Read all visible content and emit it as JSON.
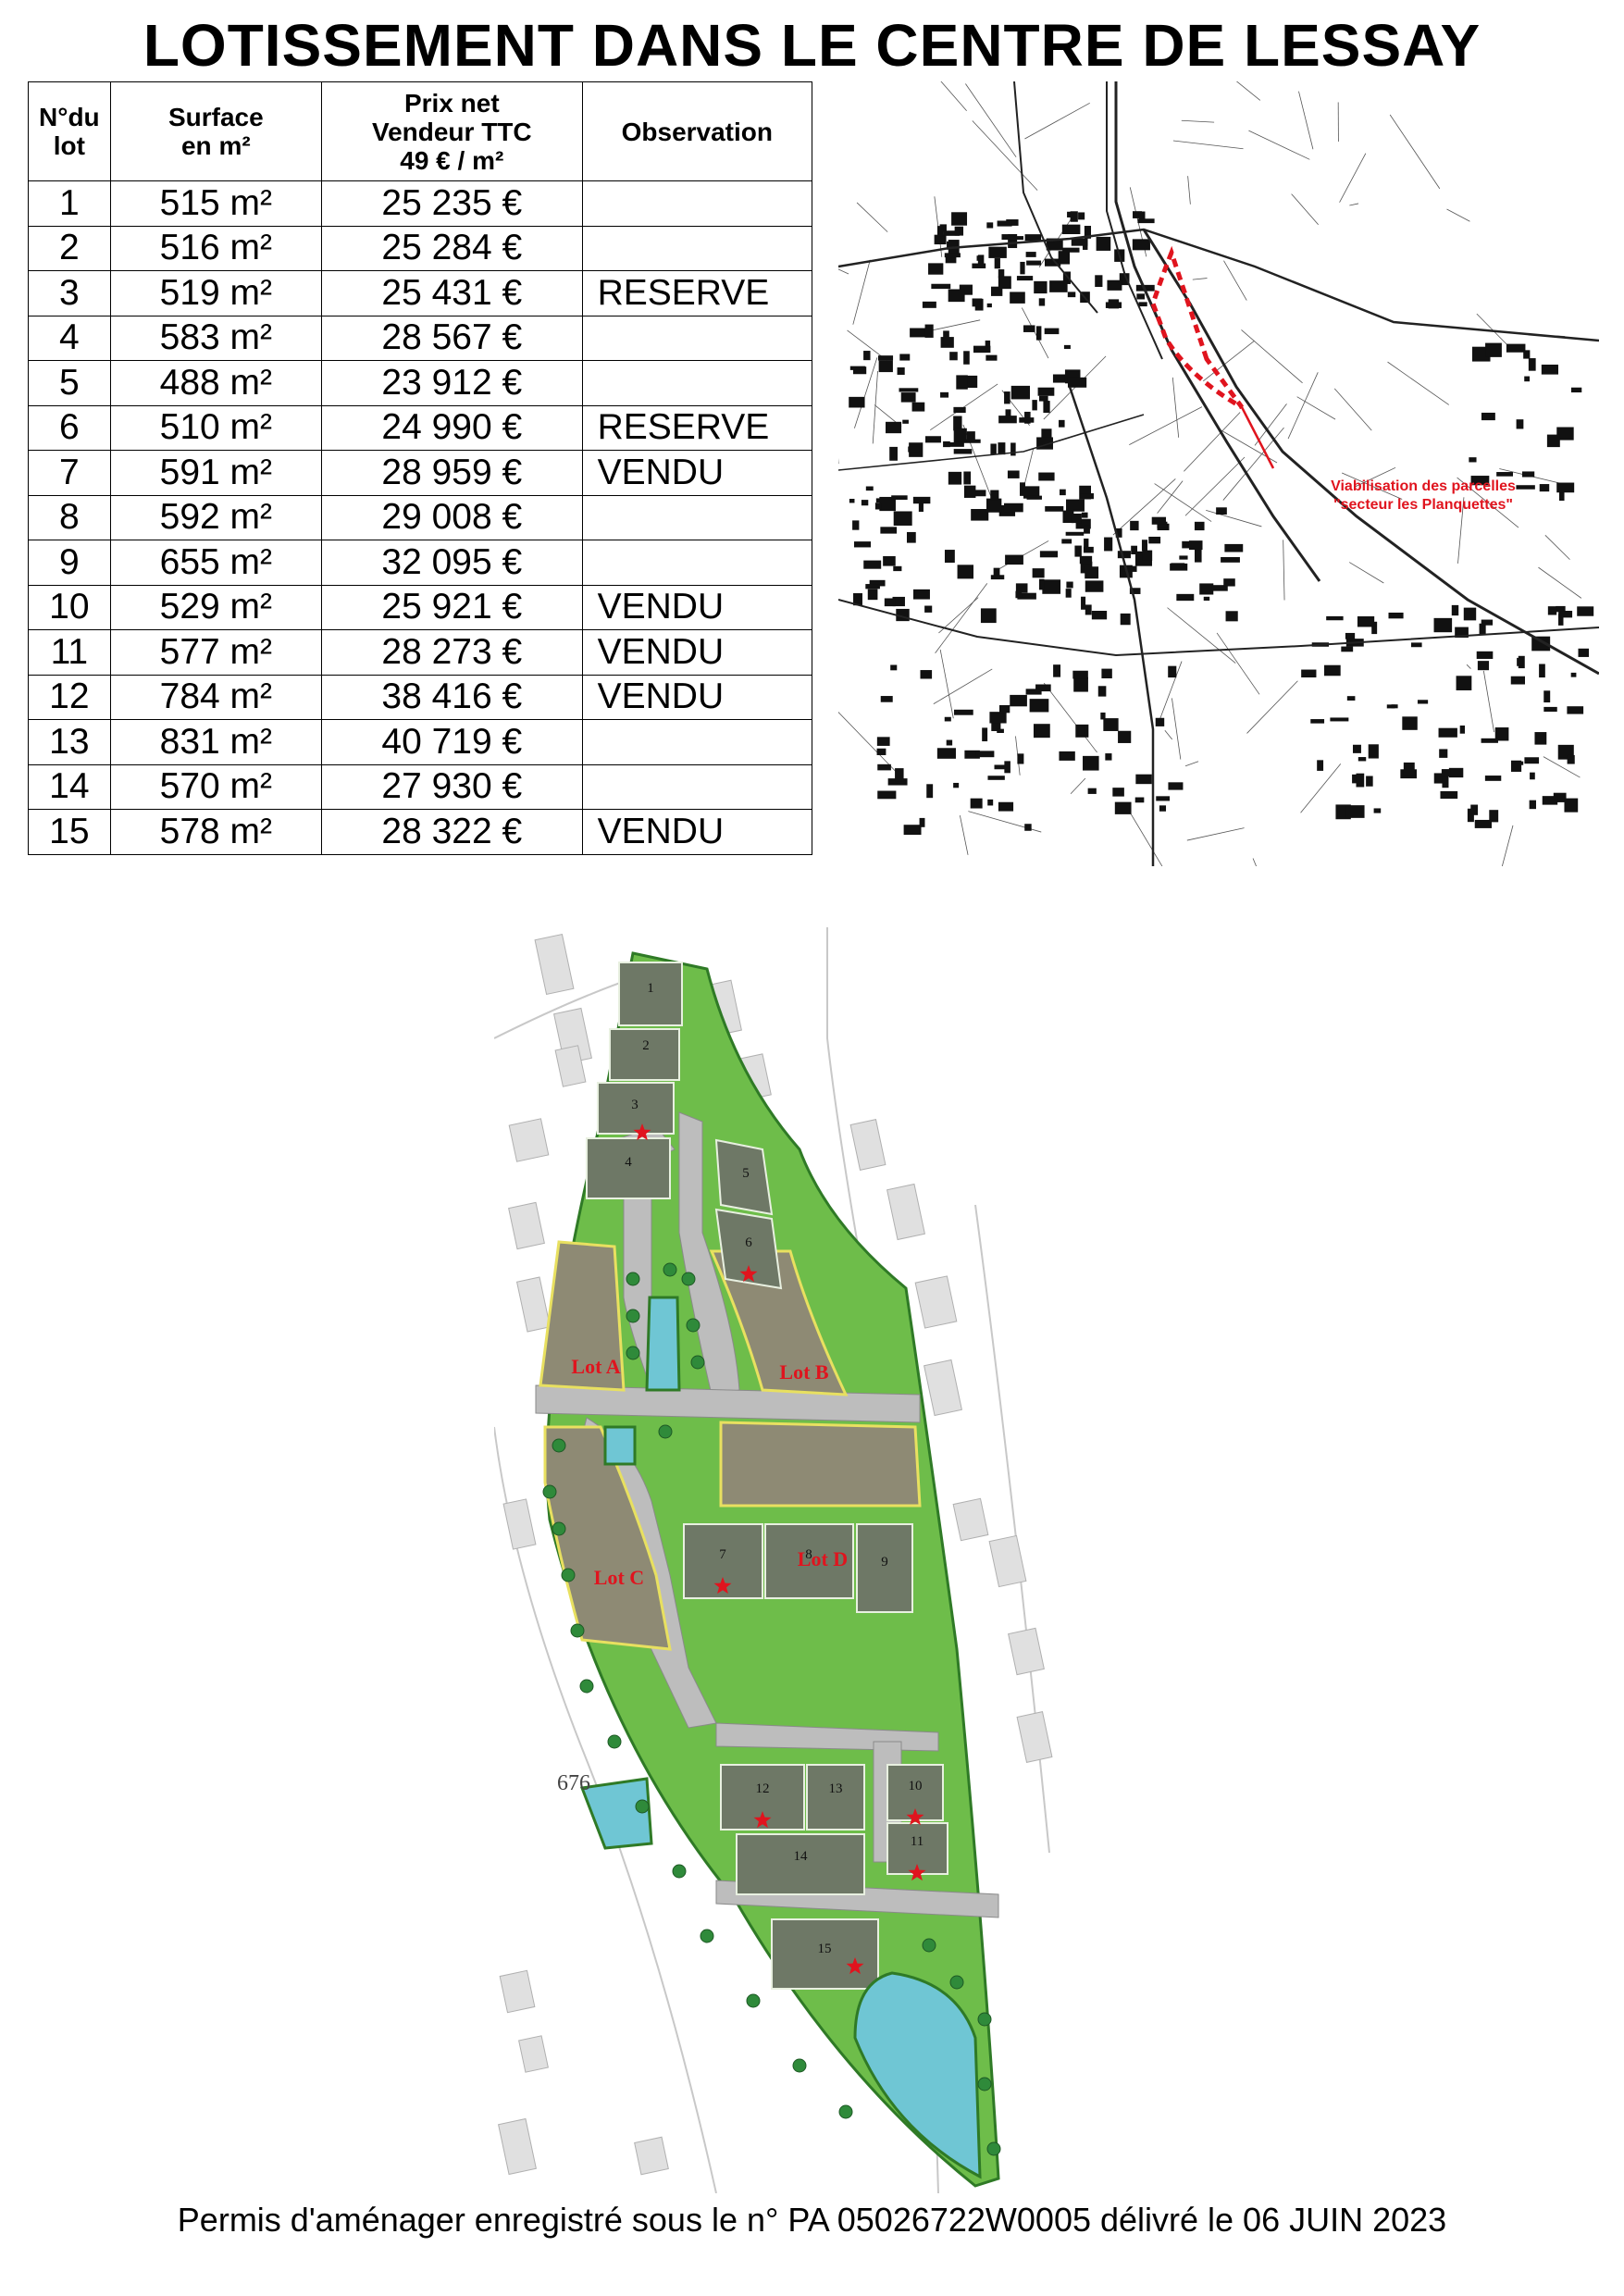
{
  "page": {
    "title": "LOTISSEMENT DANS LE CENTRE DE LESSAY",
    "footer": "Permis d'aménager enregistré sous le n° PA 05026722W0005 délivré le 06 JUIN 2023"
  },
  "table": {
    "headers": {
      "lot_line1": "N°du",
      "lot_line2": "lot",
      "surface_line1": "Surface",
      "surface_line2": "en m²",
      "price_line1": "Prix net",
      "price_line2": "Vendeur TTC",
      "price_line3": "49 € / m²",
      "observation": "Observation"
    },
    "rows": [
      {
        "lot": "1",
        "surface": "515 m²",
        "price": "25 235 €",
        "observation": ""
      },
      {
        "lot": "2",
        "surface": "516 m²",
        "price": "25 284 €",
        "observation": ""
      },
      {
        "lot": "3",
        "surface": "519 m²",
        "price": "25 431 €",
        "observation": "RESERVE"
      },
      {
        "lot": "4",
        "surface": "583 m²",
        "price": "28 567 €",
        "observation": ""
      },
      {
        "lot": "5",
        "surface": "488 m²",
        "price": "23 912 €",
        "observation": ""
      },
      {
        "lot": "6",
        "surface": "510 m²",
        "price": "24 990 €",
        "observation": "RESERVE"
      },
      {
        "lot": "7",
        "surface": "591 m²",
        "price": "28 959 €",
        "observation": "VENDU"
      },
      {
        "lot": "8",
        "surface": "592 m²",
        "price": "29 008 €",
        "observation": ""
      },
      {
        "lot": "9",
        "surface": "655 m²",
        "price": "32 095 €",
        "observation": ""
      },
      {
        "lot": "10",
        "surface": "529 m²",
        "price": "25 921 €",
        "observation": "VENDU"
      },
      {
        "lot": "11",
        "surface": "577 m²",
        "price": "28 273 €",
        "observation": "VENDU"
      },
      {
        "lot": "12",
        "surface": "784 m²",
        "price": "38 416 €",
        "observation": "VENDU"
      },
      {
        "lot": "13",
        "surface": "831 m²",
        "price": "40 719 €",
        "observation": ""
      },
      {
        "lot": "14",
        "surface": "570 m²",
        "price": "27 930 €",
        "observation": ""
      },
      {
        "lot": "15",
        "surface": "578 m²",
        "price": "28 322 €",
        "observation": "VENDU"
      }
    ]
  },
  "town_map": {
    "annotation_line1": "Viabilisation des parcelles",
    "annotation_line2": "\"secteur les Planquettes\"",
    "annotation_color": "#e0141e"
  },
  "site_plan": {
    "lot_labels": {
      "a": "Lot A",
      "b": "Lot B",
      "c": "Lot C",
      "d": "Lot D"
    },
    "plot_numbers": [
      "1",
      "2",
      "3",
      "4",
      "5",
      "6",
      "7",
      "8",
      "9",
      "10",
      "11",
      "12",
      "13",
      "14",
      "15"
    ],
    "parcel_ref": "676",
    "sold_marker_color": "#e0141e",
    "marked_plots": [
      "3",
      "6",
      "7",
      "10",
      "11",
      "12",
      "15"
    ]
  }
}
